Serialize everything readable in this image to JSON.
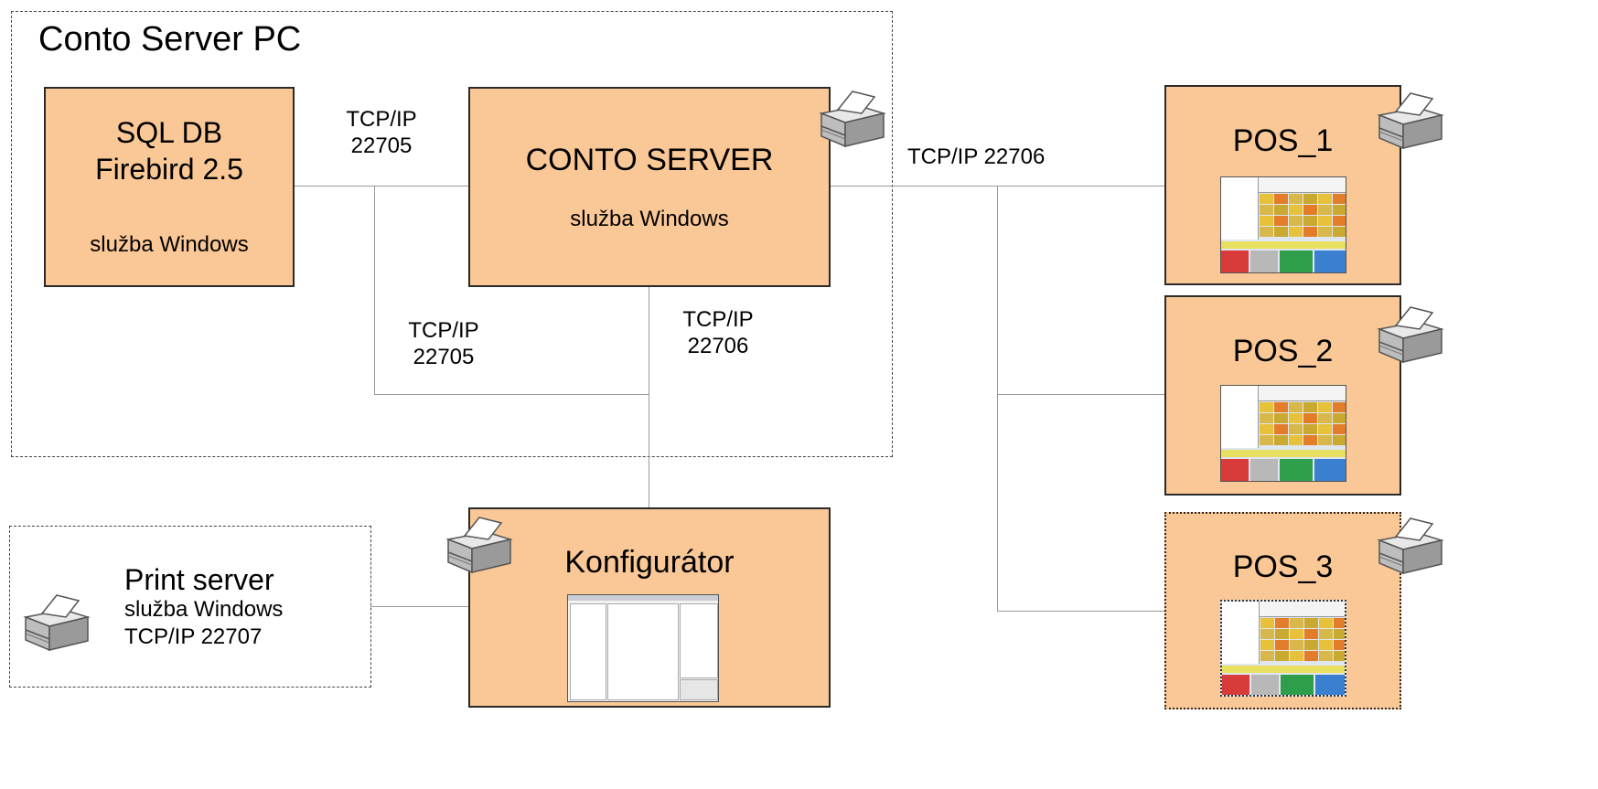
{
  "server_pc": {
    "title": "Conto Server PC"
  },
  "sqldb": {
    "line1": "SQL DB",
    "line2": "Firebird 2.5",
    "service": "služba Windows"
  },
  "conto_server": {
    "title": "CONTO SERVER",
    "service": "služba Windows"
  },
  "konfigurator": {
    "title": "Konfigurátor"
  },
  "print_server": {
    "title": "Print server",
    "service": "služba Windows",
    "port": "TCP/IP 22707"
  },
  "pos": [
    {
      "label": "POS_1"
    },
    {
      "label": "POS_2"
    },
    {
      "label": "POS_3"
    }
  ],
  "links": {
    "db_server_top": {
      "proto": "TCP/IP",
      "port": "22705"
    },
    "db_config": {
      "proto": "TCP/IP",
      "port": "22705"
    },
    "server_config": {
      "proto": "TCP/IP",
      "port": "22706"
    },
    "server_pos": "TCP/IP 22706"
  },
  "colors": {
    "node_fill": "#fac896",
    "node_border": "#2a2a2a",
    "connector": "#9a9a9a"
  },
  "icons": [
    "printer-icon",
    "pos-screen-thumbnail",
    "konfigurator-screen-thumbnail"
  ]
}
